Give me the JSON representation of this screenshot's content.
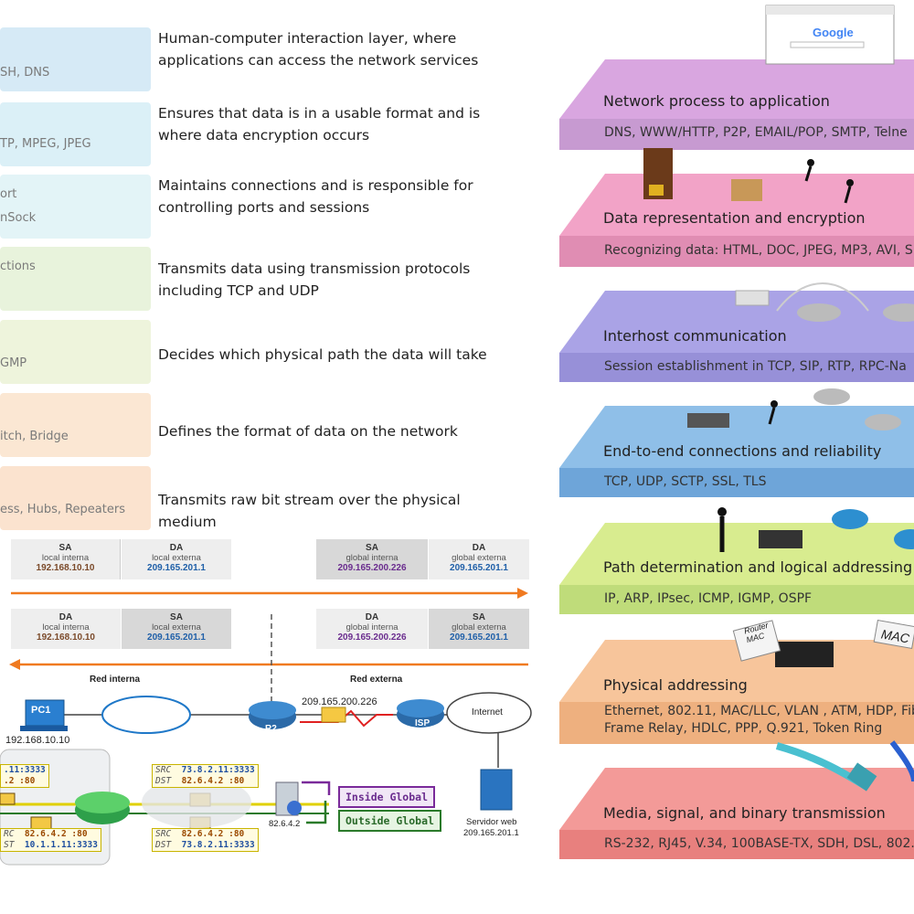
{
  "osi_table": {
    "rows": [
      {
        "box_lines": [
          "",
          "SH, DNS"
        ],
        "box_color": "#d6eaf6",
        "description": "Human-computer interaction layer, where applications can access the network services"
      },
      {
        "box_lines": [
          "",
          "TP, MPEG, JPEG"
        ],
        "box_color": "#dbf0f7",
        "description": "Ensures that data is in a usable format and is where data encryption occurs"
      },
      {
        "box_lines": [
          "ort",
          "nSock"
        ],
        "box_color": "#e3f4f7",
        "description": "Maintains connections and is responsible for controlling ports and sessions"
      },
      {
        "box_lines": [
          "ctions",
          ""
        ],
        "box_color": "#e8f3dc",
        "description": "Transmits data using transmission protocols including TCP and UDP"
      },
      {
        "box_lines": [
          "",
          "GMP"
        ],
        "box_color": "#eef4dc",
        "description": "Decides which physical path the data will take"
      },
      {
        "box_lines": [
          "",
          "itch, Bridge"
        ],
        "box_color": "#fbe7d3",
        "description": "Defines the format of data on the network"
      },
      {
        "box_lines": [
          "",
          "ess, Hubs, Repeaters"
        ],
        "box_color": "#fbe3cf",
        "description": "Transmits raw bit stream over the physical medium"
      }
    ]
  },
  "nat_diagram": {
    "packet_out": {
      "left": [
        {
          "tag": "SA",
          "desc": "local interna",
          "addr": "192.168.10.10"
        },
        {
          "tag": "DA",
          "desc": "local externa",
          "addr": "209.165.201.1"
        }
      ],
      "right": [
        {
          "tag": "SA",
          "desc": "global interna",
          "addr": "209.165.200.226"
        },
        {
          "tag": "DA",
          "desc": "global externa",
          "addr": "209.165.201.1"
        }
      ]
    },
    "packet_in": {
      "left": [
        {
          "tag": "DA",
          "desc": "local interna",
          "addr": "192.168.10.10"
        },
        {
          "tag": "SA",
          "desc": "local externa",
          "addr": "209.165.201.1"
        }
      ],
      "right": [
        {
          "tag": "DA",
          "desc": "global interna",
          "addr": "209.165.200.226"
        },
        {
          "tag": "SA",
          "desc": "global externa",
          "addr": "209.165.201.1"
        }
      ]
    },
    "red_interna": "Red interna",
    "red_externa": "Red externa",
    "pc_label": "PC1",
    "pc_ip": "192.168.10.10",
    "r2_label": "R2",
    "r2_ip": "209.165.200.226",
    "isp_label": "ISP",
    "internet_label": "Internet",
    "server_label": "Servidor web",
    "server_ip": "209.165.201.1",
    "box_left_top": {
      "src": ".11:3333",
      "dst": ".2 :80"
    },
    "box_mid_top": {
      "src_key": "SRC",
      "src": "73.8.2.11:3333",
      "dst_key": "DST",
      "dst": "82.6.4.2 :80"
    },
    "box_left_bottom": {
      "src_key": "RC",
      "src": "82.6.4.2 :80",
      "dst_key": "ST",
      "dst": "10.1.1.11:3333"
    },
    "box_mid_bottom": {
      "src_key": "SRC",
      "src": "82.6.4.2 :80",
      "dst_key": "DST",
      "dst": "73.8.2.11:3333"
    },
    "inside_global": "Inside Global",
    "outside_global": "Outside Global",
    "server2_ip": "82.6.4.2"
  },
  "layer_stack": {
    "browser_logo": "Google",
    "layers": [
      {
        "title": "Network process to application",
        "protocols": [
          "DNS, WWW/HTTP, P2P, EMAIL/POP, SMTP, Telne"
        ],
        "color": "#d9a6e0",
        "band_color": "#c79ad1"
      },
      {
        "title": "Data representation and encryption",
        "protocols": [
          "Recognizing data: HTML, DOC, JPEG, MP3, AVI, S"
        ],
        "color": "#f2a3c7",
        "band_color": "#e08db3"
      },
      {
        "title": "Interhost communication",
        "protocols": [
          "Session establishment in TCP, SIP, RTP, RPC-Na"
        ],
        "color": "#aaa3e6",
        "band_color": "#9790d8"
      },
      {
        "title": "End-to-end connections and reliability",
        "protocols": [
          "TCP, UDP, SCTP, SSL, TLS"
        ],
        "color": "#8fbfe8",
        "band_color": "#6ea5d9"
      },
      {
        "title": "Path determination and logical addressing",
        "protocols": [
          "IP, ARP, IPsec, ICMP, IGMP, OSPF"
        ],
        "color": "#d8ec8f",
        "band_color": "#bfdc7a"
      },
      {
        "title": "Physical addressing",
        "protocols": [
          "Ethernet, 802.11, MAC/LLC, VLAN , ATM, HDP, Fib",
          "Frame Relay, HDLC,  PPP, Q.921, Token Ring"
        ],
        "color": "#f7c59b",
        "band_color": "#eeb07f"
      },
      {
        "title": "Media, signal, and binary transmission",
        "protocols": [
          "RS-232, RJ45, V.34, 100BASE-TX, SDH, DSL, 802."
        ],
        "color": "#f39a98",
        "band_color": "#e8807e"
      }
    ],
    "tag_router": "Router",
    "tag_router_mac": "MAC",
    "tag_mac": "MAC"
  }
}
